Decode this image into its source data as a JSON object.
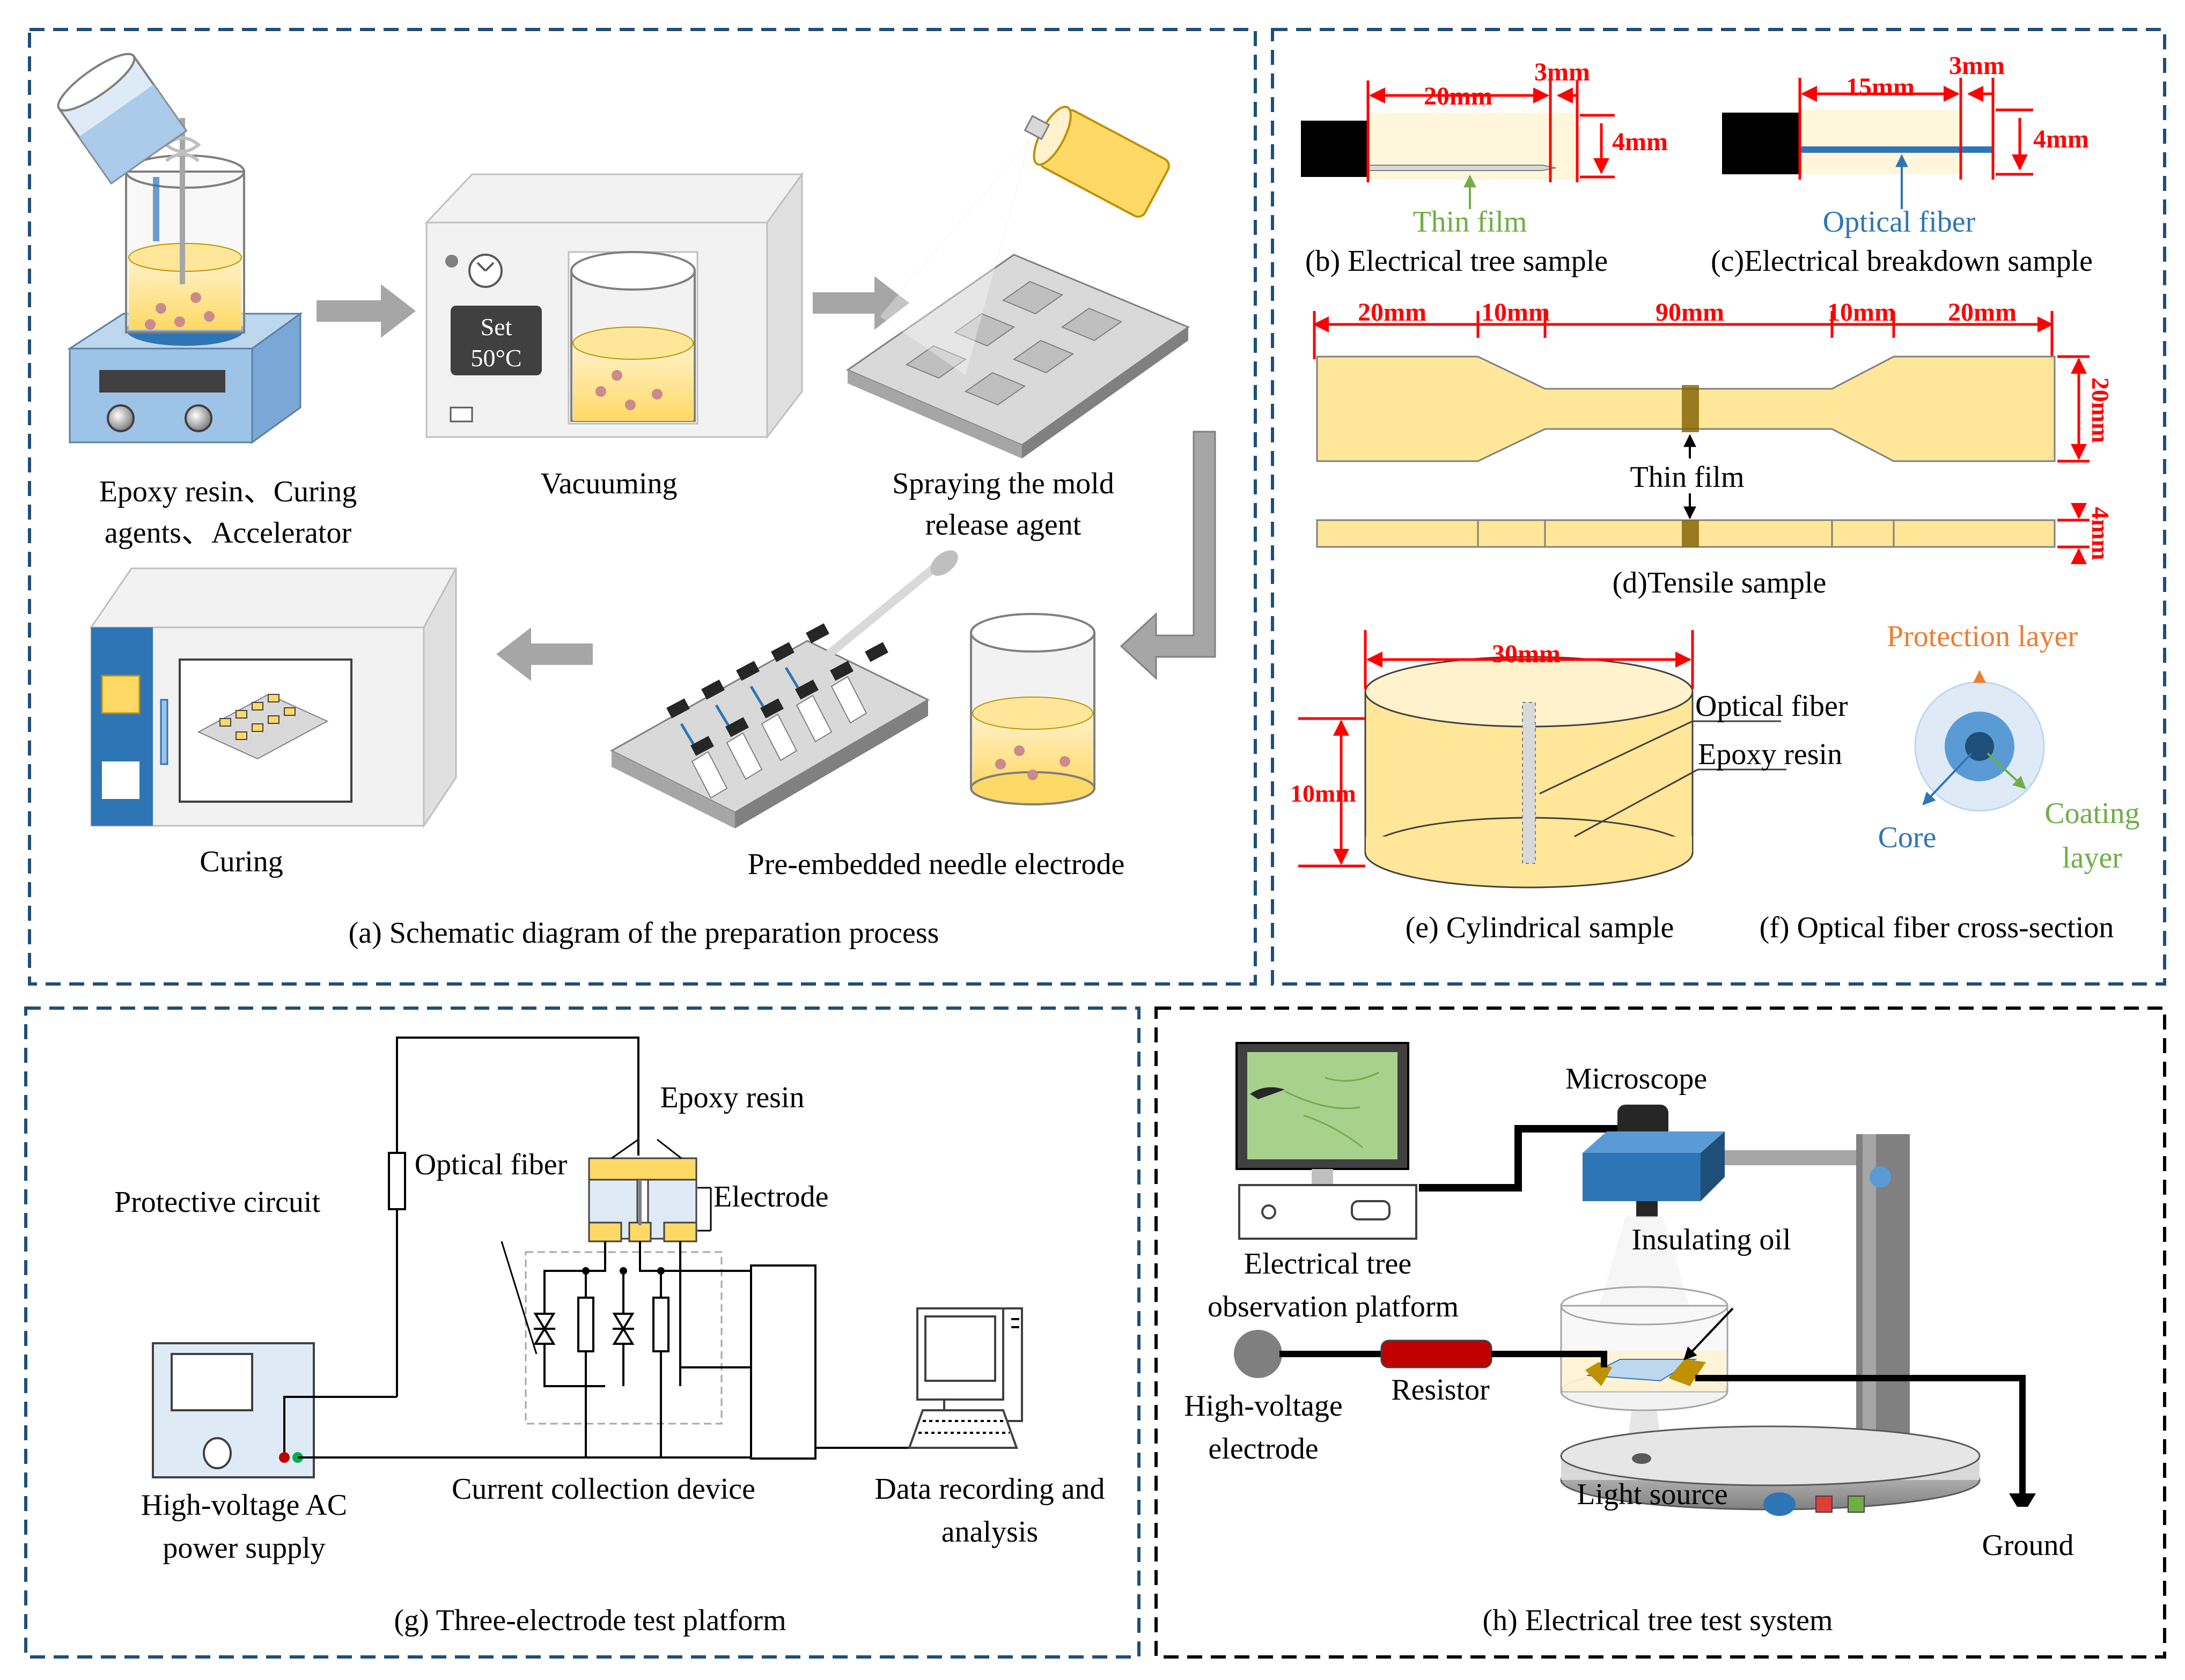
{
  "panels": {
    "a": {
      "caption": "(a) Schematic diagram of the preparation process",
      "steps": {
        "mixing_line1": "Epoxy resin、Curing",
        "mixing_line2": "agents、Accelerator",
        "vacuuming": "Vacuuming",
        "spraying_line1": "Spraying the mold",
        "spraying_line2": "release agent",
        "pre_embedded": "Pre-embedded needle electrode",
        "curing": "Curing"
      },
      "oven_display_line1": "Set",
      "oven_display_line2": "50°C"
    },
    "b": {
      "caption": "(b) Electrical tree sample",
      "dims": [
        "20mm",
        "3mm",
        "4mm"
      ],
      "label": "Thin film"
    },
    "c": {
      "caption": "(c)Electrical breakdown sample",
      "dims": [
        "15mm",
        "3mm",
        "4mm"
      ],
      "label": "Optical fiber"
    },
    "d": {
      "caption": "(d)Tensile sample",
      "dims": [
        "20mm",
        "10mm",
        "90mm",
        "10mm",
        "20mm"
      ],
      "height": "20mm",
      "thickness": "4mm",
      "label": "Thin film"
    },
    "e": {
      "caption": "(e) Cylindrical sample",
      "diameter": "30mm",
      "height": "10mm",
      "labels": [
        "Optical fiber",
        "Epoxy resin"
      ]
    },
    "f": {
      "caption": "(f) Optical fiber cross-section",
      "protection": "Protection layer",
      "core": "Core",
      "coating_line1": "Coating",
      "coating_line2": "layer"
    },
    "g": {
      "caption": "(g) Three-electrode test platform",
      "epoxy": "Epoxy resin",
      "optical_fiber": "Optical fiber",
      "electrode": "Electrode",
      "protective": "Protective circuit",
      "hv_line1": "High-voltage  AC",
      "hv_line2": "power supply",
      "current": "Current collection device",
      "data_line1": "Data recording and",
      "data_line2": "analysis"
    },
    "h": {
      "caption": "(h) Electrical tree test system",
      "microscope": "Microscope",
      "obs_line1": "Electrical tree",
      "obs_line2": "observation platform",
      "oil": "Insulating oil",
      "hve_line1": "High-voltage",
      "hve_line2": "electrode",
      "resistor": "Resistor",
      "light": "Light source",
      "ground": "Ground"
    }
  },
  "colors": {
    "panel_border": "#1f4e79",
    "dim_red": "#ff0000",
    "resin_yellow": "#ffe699",
    "thin_film_green": "#70ad47",
    "fiber_blue": "#2e75b6",
    "protection_orange": "#ed7d31",
    "arrow_gray": "#a6a6a6"
  }
}
